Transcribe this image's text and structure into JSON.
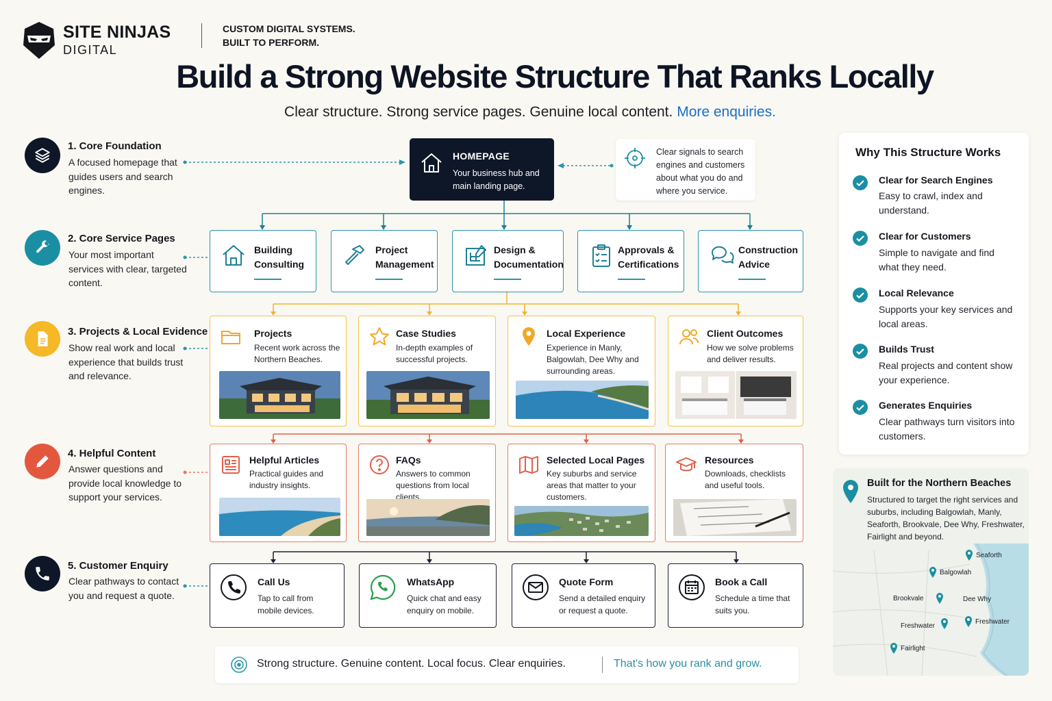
{
  "brand": {
    "name": "SITE NINJAS",
    "sub": "DIGITAL",
    "tagline_1": "CUSTOM DIGITAL SYSTEMS.",
    "tagline_2": "BUILT TO PERFORM."
  },
  "title": "Build a Strong Website Structure That Ranks Locally",
  "subtitle": {
    "text": "Clear structure. Strong service pages. Genuine local content.",
    "highlight": "More enquiries."
  },
  "colors": {
    "navy": "#0e1728",
    "teal": "#2a96ab",
    "yellow": "#f3c44a",
    "red": "#e77a63",
    "blue": "#1b6fc9",
    "check": "#1a8fa3"
  },
  "steps": [
    {
      "title": "1. Core Foundation",
      "desc": "A focused homepage that guides users and search engines.",
      "icon": "layers-icon"
    },
    {
      "title": "2. Core Service Pages",
      "desc": "Your most important services with clear, targeted content.",
      "icon": "wrench-icon"
    },
    {
      "title": "3. Projects & Local Evidence",
      "desc": "Show real work and local experience that builds trust and relevance.",
      "icon": "document-icon"
    },
    {
      "title": "4. Helpful Content",
      "desc": "Answer questions and provide local knowledge to support your services.",
      "icon": "pencil-icon"
    },
    {
      "title": "5. Customer Enquiry",
      "desc": "Clear pathways to contact you and request a quote.",
      "icon": "phone-icon"
    }
  ],
  "homepage": {
    "title": "HOMEPAGE",
    "desc": "Your business hub and main landing page."
  },
  "signal": {
    "desc": "Clear signals to search engines and customers about what you do and where you service."
  },
  "services": [
    {
      "l1": "Building",
      "l2": "Consulting",
      "icon": "house-icon"
    },
    {
      "l1": "Project",
      "l2": "Management",
      "icon": "hammer-icon"
    },
    {
      "l1": "Design &",
      "l2": "Documentation",
      "icon": "blueprint-icon"
    },
    {
      "l1": "Approvals &",
      "l2": "Certifications",
      "icon": "clipboard-icon"
    },
    {
      "l1": "Construction",
      "l2": "Advice",
      "icon": "chat-icon"
    }
  ],
  "projects": [
    {
      "title": "Projects",
      "desc": "Recent work across the Northern Beaches.",
      "icon": "folder-icon"
    },
    {
      "title": "Case Studies",
      "desc": "In-depth examples of successful projects.",
      "icon": "star-icon"
    },
    {
      "title": "Local Experience",
      "desc": "Experience in Manly, Balgowlah, Dee Why and surrounding areas.",
      "icon": "map-pin-icon"
    },
    {
      "title": "Client Outcomes",
      "desc": "How we solve problems and deliver results.",
      "icon": "users-icon"
    }
  ],
  "resources": [
    {
      "title": "Helpful Articles",
      "desc": "Practical guides and industry insights.",
      "icon": "article-icon"
    },
    {
      "title": "FAQs",
      "desc": "Answers to common questions from local clients.",
      "icon": "question-icon"
    },
    {
      "title": "Selected Local Pages",
      "desc": "Key suburbs and service areas that matter to your customers.",
      "icon": "map-icon"
    },
    {
      "title": "Resources",
      "desc": "Downloads, checklists and useful tools.",
      "icon": "graduation-cap-icon"
    }
  ],
  "ctas": [
    {
      "title": "Call Us",
      "desc": "Tap to call from mobile devices.",
      "icon": "phone-icon"
    },
    {
      "title": "WhatsApp",
      "desc": "Quick chat and easy enquiry on mobile.",
      "icon": "whatsapp-icon"
    },
    {
      "title": "Quote Form",
      "desc": "Send a detailed enquiry or request a quote.",
      "icon": "mail-icon"
    },
    {
      "title": "Book a Call",
      "desc": "Schedule a time that suits you.",
      "icon": "calendar-icon"
    }
  ],
  "footer": {
    "text": "Strong structure. Genuine content. Local focus. Clear enquiries.",
    "highlight": "That's how you rank and grow."
  },
  "why": {
    "title": "Why This Structure Works",
    "items": [
      {
        "title": "Clear for Search Engines",
        "desc": "Easy to crawl, index and understand."
      },
      {
        "title": "Clear for Customers",
        "desc": "Simple to navigate and find what they need."
      },
      {
        "title": "Local Relevance",
        "desc": "Supports your key services and local areas."
      },
      {
        "title": "Builds Trust",
        "desc": "Real projects and content show your experience."
      },
      {
        "title": "Generates Enquiries",
        "desc": "Clear pathways turn visitors into customers."
      }
    ]
  },
  "map": {
    "title": "Built for the Northern Beaches",
    "desc": "Structured to target the right services and suburbs, including Balgowlah, Manly, Seaforth, Brookvale, Dee Why, Freshwater, Fairlight and beyond.",
    "places": [
      "Seaforth",
      "Balgowlah",
      "Brookvale",
      "Dee Why",
      "Freshwater",
      "Freshwater",
      "Fairlight"
    ]
  }
}
